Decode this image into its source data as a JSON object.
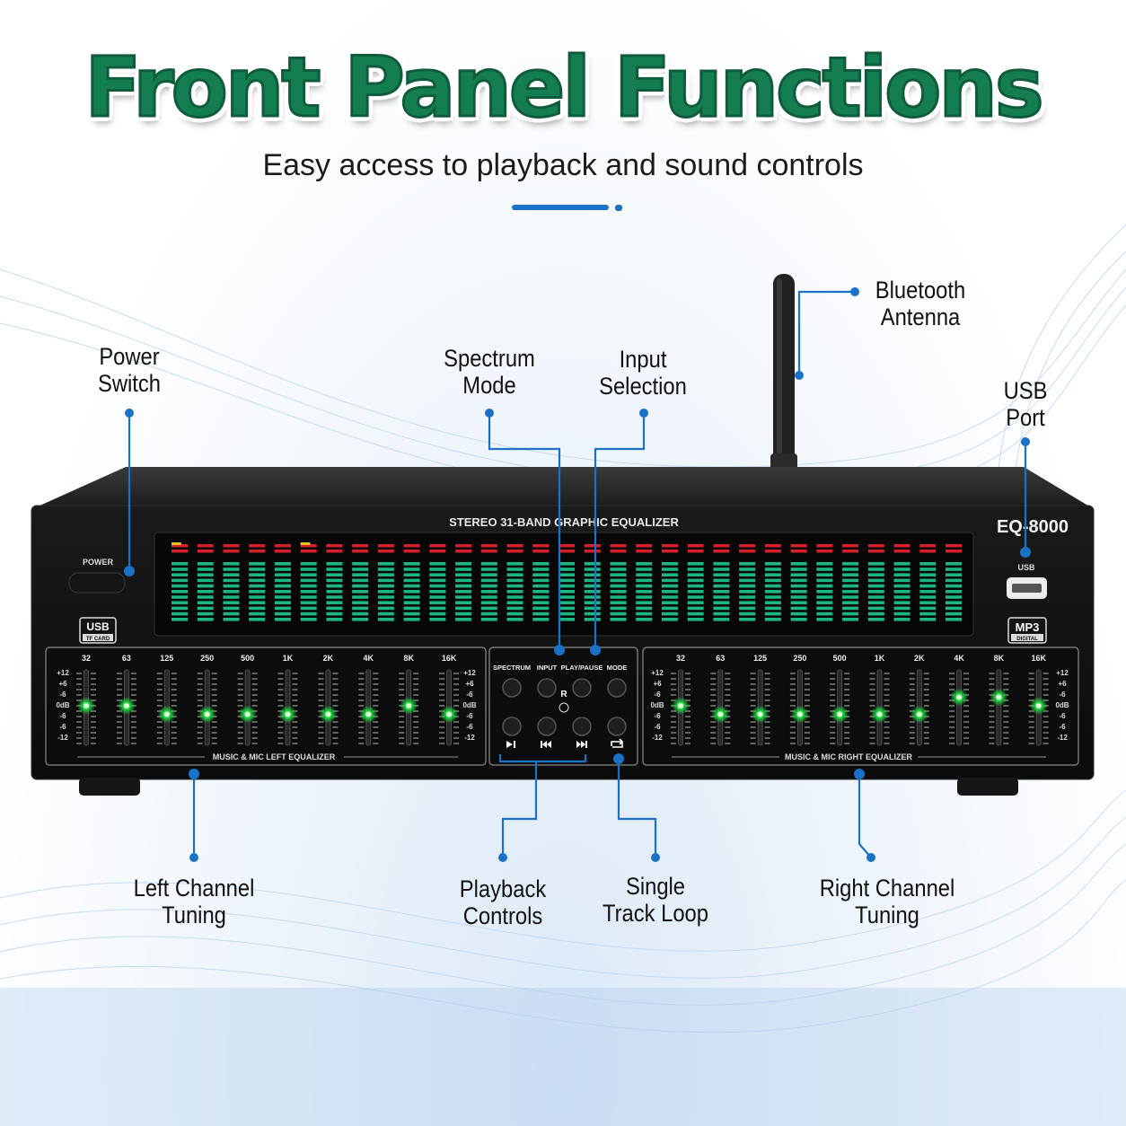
{
  "title": "Front Panel Functions",
  "subtitle": "Easy access to playback and sound controls",
  "callouts": {
    "power": "Power\nSwitch",
    "spectrum": "Spectrum\nMode",
    "input": "Input\nSelection",
    "bluetooth": "Bluetooth\nAntenna",
    "usb": "USB\nPort",
    "left": "Left Channel\nTuning",
    "playback": "Playback\nControls",
    "loop": "Single\nTrack Loop",
    "right": "Right Channel\nTuning"
  },
  "device": {
    "display_title": "STEREO 31-BAND GRAPHIC EQUALIZER",
    "model": "EQ-8000",
    "power_label": "POWER",
    "usb_label": "USB",
    "usb_badge": "USB",
    "usb_badge_sub": "TF CARD",
    "mp3_badge": "MP3",
    "mp3_badge_sub": "DIGITAL",
    "left_eq_label": "MUSIC & MIC LEFT EQUALIZER",
    "right_eq_label": "MUSIC & MIC RIGHT EQUALIZER",
    "frequencies": [
      "32",
      "63",
      "125",
      "250",
      "500",
      "1K",
      "2K",
      "4K",
      "8K",
      "16K"
    ],
    "db_scale": [
      "+12",
      "+6",
      "-6",
      "0dB",
      "-6",
      "-6",
      "-12"
    ],
    "left_slider_levels_db": [
      0,
      0,
      -3,
      -3,
      -3,
      -3,
      -3,
      -3,
      0,
      -3
    ],
    "right_slider_levels_db": [
      0,
      -3,
      -3,
      -3,
      -3,
      -3,
      -3,
      3,
      3,
      0
    ],
    "control_labels": [
      "SPECTRUM",
      "INPUT",
      "PLAY/PAUSE",
      "MODE"
    ],
    "reset_label": "R",
    "playback_icons": [
      "play-pause-icon",
      "previous-icon",
      "next-icon",
      "repeat-icon"
    ],
    "spectrum_bands": 31
  },
  "colors": {
    "title_green": "#157d52",
    "accent_blue": "#1a72c7",
    "led_green": "#22dd44",
    "spectrum_teal": "#1fc48e",
    "spectrum_red": "#d51f2a",
    "device_black": "#111111"
  }
}
